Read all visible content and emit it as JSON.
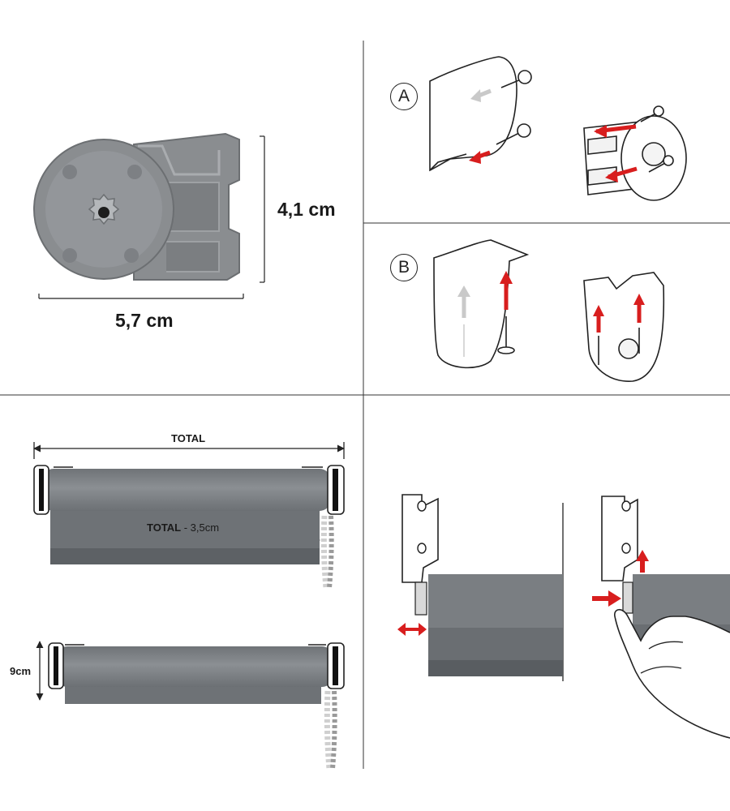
{
  "panel_a": {
    "label": "A"
  },
  "panel_b": {
    "label": "B"
  },
  "bracket": {
    "height_label": "4,1 cm",
    "width_label": "5,7 cm"
  },
  "measure": {
    "total_label": "TOTAL",
    "fabric_total": "TOTAL",
    "fabric_offset": " - 3,5cm",
    "height_label": "9cm"
  },
  "colors": {
    "fabric": "#7a7e82",
    "bracket": "#8a8d90",
    "arrow": "#d81e1e",
    "line": "#222222"
  }
}
